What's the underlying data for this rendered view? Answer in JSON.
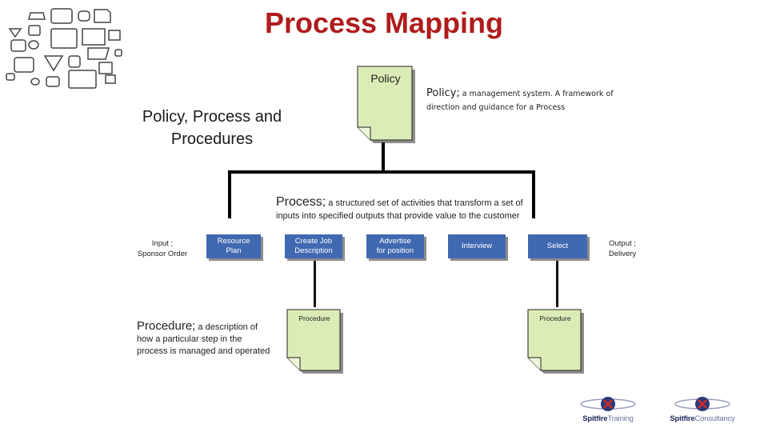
{
  "title": "Process Mapping",
  "heading": {
    "line1": "Policy, Process and",
    "line2": "Procedures"
  },
  "policy_doc": {
    "label": "Policy"
  },
  "policy_def": {
    "term": "Policy;",
    "text": " a management system. A framework of",
    "line2": "direction and guidance for a Process"
  },
  "process_def": {
    "term": "Process;",
    "text": " a structured set of activities that transform a set of",
    "line2": "inputs into specified outputs that provide value to the customer"
  },
  "procedure_def": {
    "term": "Procedure;",
    "text": " a description of",
    "line2": "how a particular step in the",
    "line3": "process is managed and operated"
  },
  "input": {
    "line1": "Input ;",
    "line2": "Sponsor Order"
  },
  "output": {
    "line1": "Output ;",
    "line2": "Delivery"
  },
  "steps": [
    {
      "line1": "Resource",
      "line2": "Plan"
    },
    {
      "line1": "Create Job",
      "line2": "Description"
    },
    {
      "line1": "Advertise",
      "line2": "for position"
    },
    {
      "line1": "Interview"
    },
    {
      "line1": "Select"
    }
  ],
  "procedure_docs": [
    {
      "label": "Procedure"
    },
    {
      "label": "Procedure"
    }
  ],
  "logos": [
    {
      "brand": "Spitfire",
      "suffix": "Training"
    },
    {
      "brand": "Spitfire",
      "suffix": "Consultancy"
    }
  ],
  "colors": {
    "title": "#b01c1c",
    "step_box": "#4169b1",
    "doc_fill": "#dcecb6",
    "connector": "#000000"
  }
}
